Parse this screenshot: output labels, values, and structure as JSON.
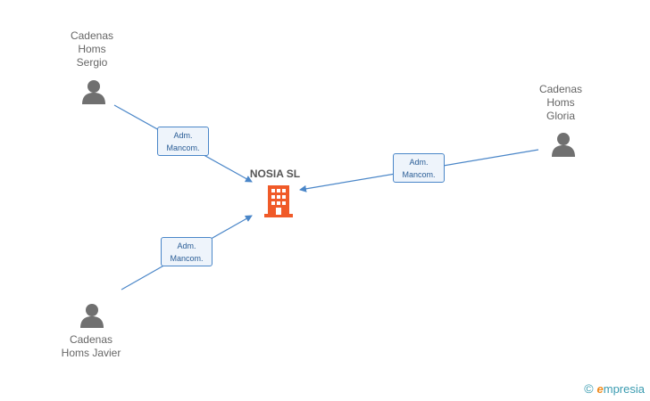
{
  "company": {
    "name": "NOSIA SL",
    "color": "#f05a28"
  },
  "people": [
    {
      "id": "sergio",
      "lines": [
        "Cadenas",
        "Homs",
        "Sergio"
      ]
    },
    {
      "id": "gloria",
      "lines": [
        "Cadenas",
        "Homs",
        "Gloria"
      ]
    },
    {
      "id": "javier",
      "lines": [
        "Cadenas",
        "Homs Javier"
      ]
    }
  ],
  "edges": [
    {
      "from": "sergio",
      "role_lines": [
        "Adm.",
        "Mancom."
      ]
    },
    {
      "from": "gloria",
      "role_lines": [
        "Adm.",
        "Mancom."
      ]
    },
    {
      "from": "javier",
      "role_lines": [
        "Adm.",
        "Mancom."
      ]
    }
  ],
  "colors": {
    "edge": "#4a86c8",
    "person_icon": "#707070"
  },
  "brand": {
    "copyright": "©",
    "first_letter": "e",
    "rest": "mpresia"
  }
}
